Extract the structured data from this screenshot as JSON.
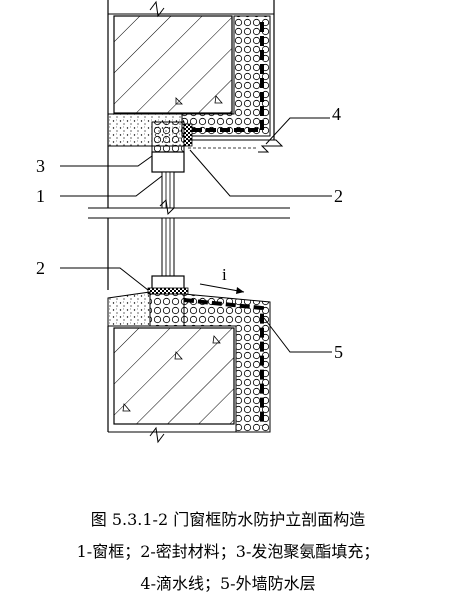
{
  "figure": {
    "callouts": {
      "c4": "4",
      "c3": "3",
      "c1": "1",
      "c2_upper": "2",
      "c2_lower": "2",
      "c5": "5",
      "slope": "i"
    }
  },
  "caption": {
    "line1": "图 5.3.1-2  门窗框防水防护立剖面构造",
    "line2": "1-窗框；2-密封材料；3-发泡聚氨酯填充；",
    "line3": "4-滴水线；5-外墙防水层"
  }
}
